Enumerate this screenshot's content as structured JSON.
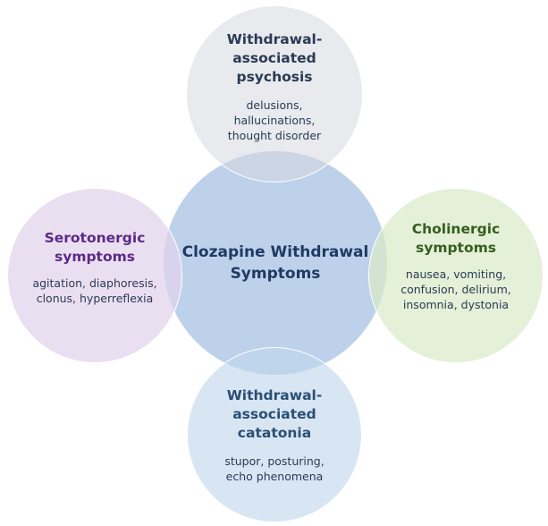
{
  "center": {
    "title_lines": [
      "Clozapine Withdrawal",
      "Symptoms"
    ]
  },
  "top": {
    "title_lines": [
      "Withdrawal-",
      "associated",
      "psychosis"
    ],
    "body_lines": [
      "delusions,",
      "hallucinations,",
      "thought disorder"
    ]
  },
  "left": {
    "title_lines": [
      "Serotonergic",
      "symptoms"
    ],
    "body_lines": [
      "agitation, diaphoresis,",
      "clonus, hyperreflexia"
    ]
  },
  "right": {
    "title_lines": [
      "Cholinergic",
      "symptoms"
    ],
    "body_lines": [
      "nausea, vomiting,",
      "confusion, delirium,",
      "insomnia, dystonia"
    ]
  },
  "bottom": {
    "title_lines": [
      "Withdrawal-",
      "associated",
      "catatonia"
    ],
    "body_lines": [
      "stupor, posturing,",
      "echo phenomena"
    ]
  },
  "colors": {
    "center_fill": "#acc4e6",
    "top_fill": "#d6d8de",
    "left_fill": "#e2d2ec",
    "right_fill": "#daeac8",
    "bottom_fill": "#c0d6ee",
    "left_title": "#5b2a86",
    "right_title": "#355e1f"
  }
}
